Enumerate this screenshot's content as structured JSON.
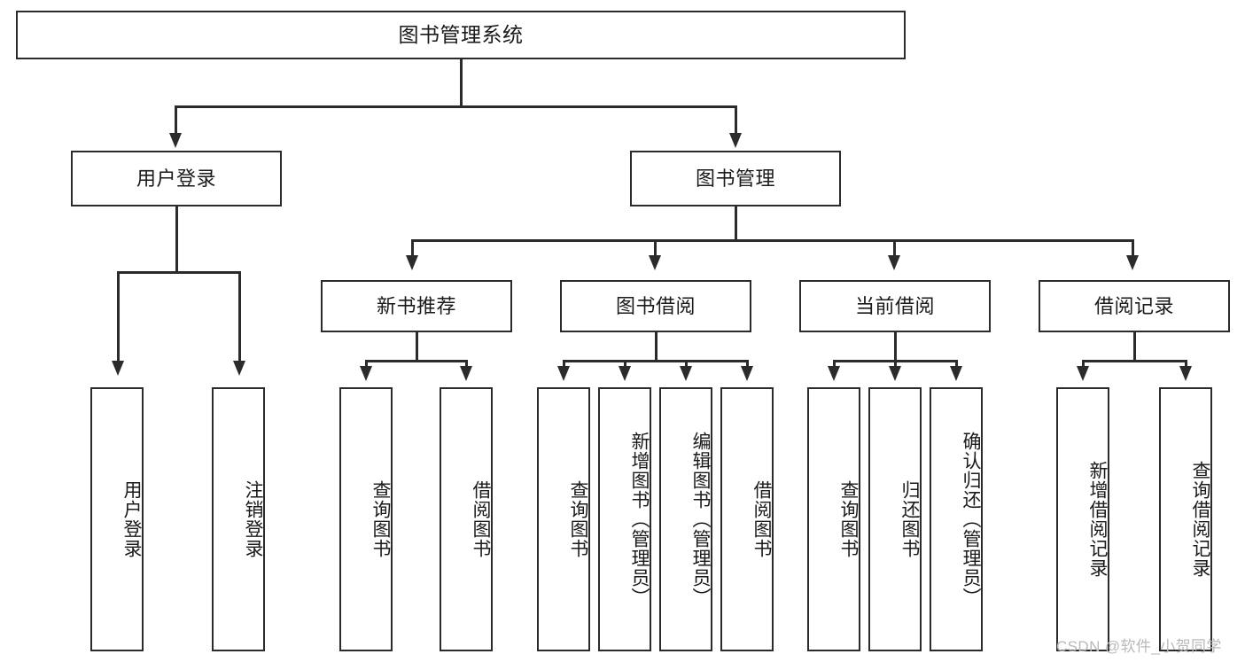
{
  "diagram": {
    "type": "tree",
    "title": "图书管理系统",
    "watermark": "CSDN @软件_小贺同学",
    "colors": {
      "stroke": "#2b2b2b",
      "fill": "#ffffff",
      "text": "#1a1a1a",
      "watermark": "#b9b9b9"
    },
    "levels": {
      "root": {
        "label": "图书管理系统"
      },
      "level2": [
        {
          "label": "用户登录"
        },
        {
          "label": "图书管理"
        }
      ],
      "level3": [
        {
          "label": "新书推荐"
        },
        {
          "label": "图书借阅"
        },
        {
          "label": "当前借阅"
        },
        {
          "label": "借阅记录"
        }
      ],
      "leaves": [
        {
          "label": "用户登录"
        },
        {
          "label": "注销登录"
        },
        {
          "label": "查询图书"
        },
        {
          "label": "借阅图书"
        },
        {
          "label": "查询图书"
        },
        {
          "label": "新增图书（管理员）"
        },
        {
          "label": "编辑图书（管理员）"
        },
        {
          "label": "借阅图书"
        },
        {
          "label": "查询图书"
        },
        {
          "label": "归还图书"
        },
        {
          "label": "确认归还（管理员）"
        },
        {
          "label": "新增借阅记录"
        },
        {
          "label": "查询借阅记录"
        }
      ]
    },
    "edges": [
      {
        "from": "图书管理系统",
        "to": "用户登录"
      },
      {
        "from": "图书管理系统",
        "to": "图书管理"
      },
      {
        "from": "用户登录",
        "to": "用户登录"
      },
      {
        "from": "用户登录",
        "to": "注销登录"
      },
      {
        "from": "图书管理",
        "to": "新书推荐"
      },
      {
        "from": "图书管理",
        "to": "图书借阅"
      },
      {
        "from": "图书管理",
        "to": "当前借阅"
      },
      {
        "from": "图书管理",
        "to": "借阅记录"
      },
      {
        "from": "新书推荐",
        "to": "查询图书"
      },
      {
        "from": "新书推荐",
        "to": "借阅图书"
      },
      {
        "from": "图书借阅",
        "to": "查询图书"
      },
      {
        "from": "图书借阅",
        "to": "新增图书（管理员）"
      },
      {
        "from": "图书借阅",
        "to": "编辑图书（管理员）"
      },
      {
        "from": "图书借阅",
        "to": "借阅图书"
      },
      {
        "from": "当前借阅",
        "to": "查询图书"
      },
      {
        "from": "当前借阅",
        "to": "归还图书"
      },
      {
        "from": "当前借阅",
        "to": "确认归还（管理员）"
      },
      {
        "from": "借阅记录",
        "to": "新增借阅记录"
      },
      {
        "from": "借阅记录",
        "to": "查询借阅记录"
      }
    ]
  }
}
